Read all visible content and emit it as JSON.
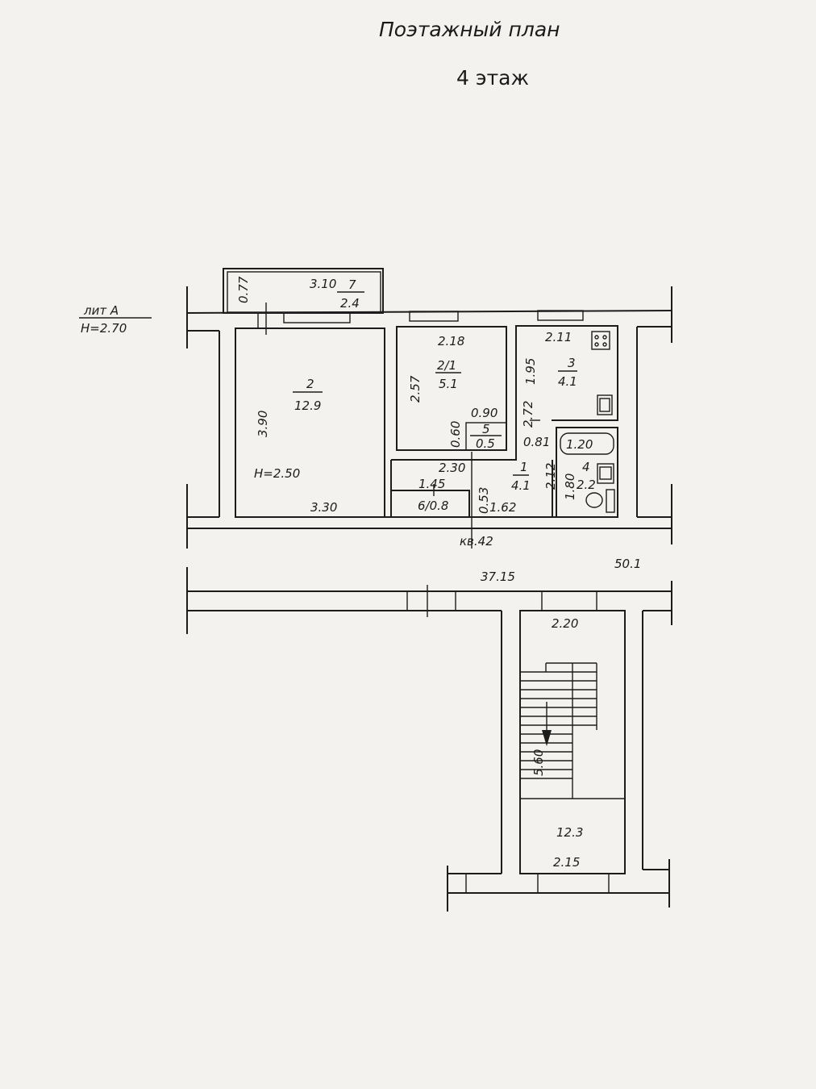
{
  "header": {
    "title": "Поэтажный план",
    "floor": "4 этаж"
  },
  "building": {
    "letter": "лит А",
    "height": "H=2.70"
  },
  "apartment": {
    "number": "кв.42",
    "total_area": "50.1",
    "length": "37.15"
  },
  "rooms": [
    {
      "id": "7",
      "area": "2.4",
      "dims": [
        "3.10",
        "0.77"
      ]
    },
    {
      "id": "2",
      "area": "12.9",
      "dims": [
        "3.90",
        "3.30"
      ],
      "height": "H=2.50"
    },
    {
      "id": "2/1",
      "area": "5.1",
      "dims": [
        "2.18",
        "2.57"
      ]
    },
    {
      "id": "3",
      "area": "4.1",
      "dims": [
        "2.11",
        "1.95"
      ]
    },
    {
      "id": "5",
      "area": "0.5",
      "dims": [
        "0.90",
        "0.60"
      ]
    },
    {
      "id": "1",
      "area": "4.1",
      "dims": [
        "2.30",
        "2.72",
        "0.81",
        "1.62",
        "0.53",
        "2.12"
      ]
    },
    {
      "id": "4",
      "area": "2.2",
      "dims": [
        "1.80",
        "1.20"
      ]
    },
    {
      "id": "6",
      "label": "6/0.8",
      "dims": [
        "1.45"
      ]
    }
  ],
  "stairwell": {
    "area": "12.3",
    "dims": [
      "2.20",
      "5.60",
      "2.15"
    ]
  }
}
